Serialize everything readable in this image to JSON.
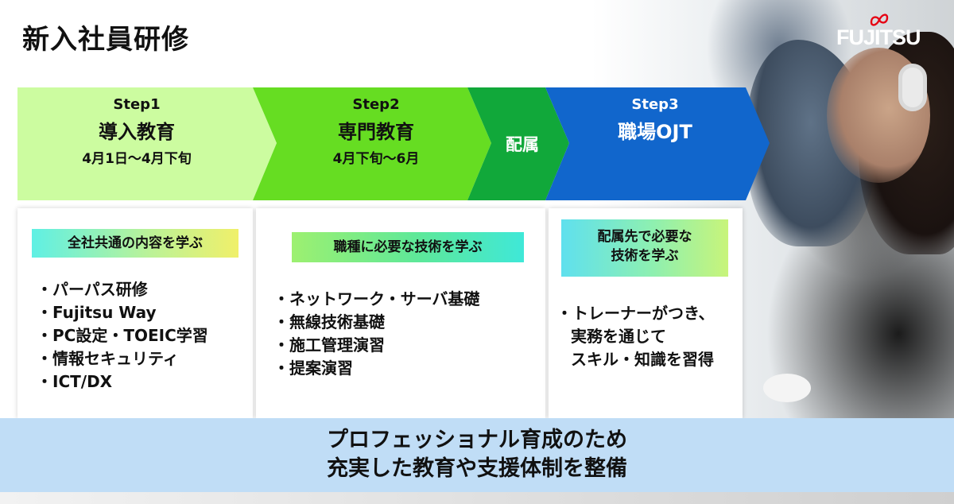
{
  "title": "新入社員研修",
  "logo": "FUJITSU",
  "steps": [
    {
      "label": "Step1",
      "name": "導入教育",
      "period": "4月1日〜4月下旬"
    },
    {
      "label": "Step2",
      "name": "専門教育",
      "period": "4月下旬〜6月"
    },
    {
      "label": "",
      "name": "配属",
      "period": ""
    },
    {
      "label": "Step3",
      "name": "職場OJT",
      "period": ""
    }
  ],
  "cards": [
    {
      "badge": "全社共通の内容を学ぶ",
      "items": [
        "パーパス研修",
        "Fujitsu Way",
        "PC設定・TOEIC学習",
        "情報セキュリティ",
        "ICT/DX"
      ]
    },
    {
      "badge": "職種に必要な技術を学ぶ",
      "items": [
        "ネットワーク・サーバ基礎",
        "無線技術基礎",
        "施工管理演習",
        "提案演習"
      ]
    },
    {
      "badge_line1": "配属先で必要な",
      "badge_line2": "技術を学ぶ",
      "item_line1": "トレーナーがつき、",
      "item_line2": "実務を通じて",
      "item_line3": "スキル・知識を習得"
    }
  ],
  "footer": {
    "line1": "プロフェッショナル育成のため",
    "line2": "充実した教育や支援体制を整備"
  },
  "colors": {
    "step1": "#ccfca0",
    "step2": "#66dd22",
    "assign": "#11a83a",
    "step3": "#1166cc",
    "footer_band": "#c0ddf6"
  }
}
